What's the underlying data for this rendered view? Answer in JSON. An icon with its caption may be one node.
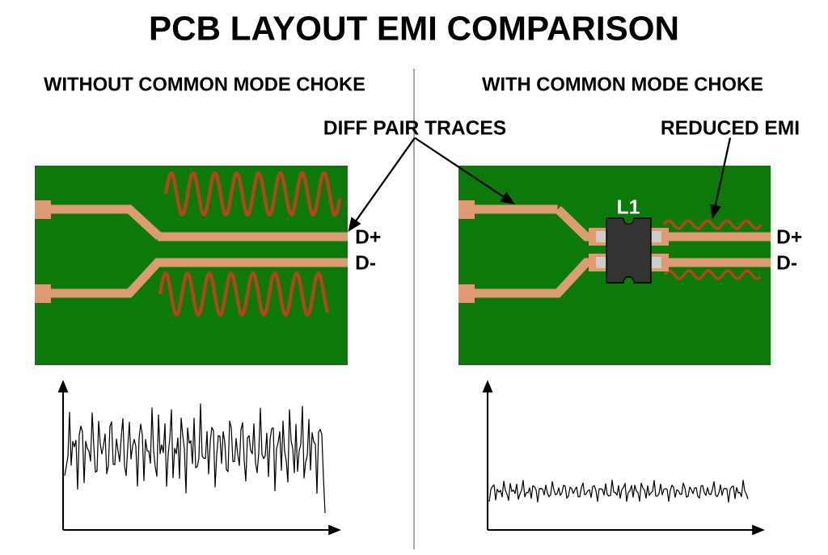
{
  "diagram": {
    "title": "PCB LAYOUT EMI COMPARISON",
    "nodes": [
      {
        "text": [
          "DIFF PAIR TRACES"
        ]
      },
      {
        "text": [],
        "shape": "bar"
      },
      {
        "text": [],
        "shape": "bar"
      },
      {
        "text": [
          "REDUCED EMI"
        ]
      },
      {
        "text": [],
        "shape": "picture"
      }
    ],
    "edges": [
      {
        "from": 0,
        "to": 1,
        "arrow": "to"
      },
      {
        "from": 0,
        "to": 2,
        "arrow": "to"
      },
      {
        "from": 3,
        "to": 4,
        "arrow": "to"
      }
    ],
    "labels": [
      "WITHOUT COMMON MODE CHOKE",
      "WITH COMMON MODE CHOKE",
      "D+",
      "D-",
      "L1",
      "D+",
      "D-"
    ]
  }
}
